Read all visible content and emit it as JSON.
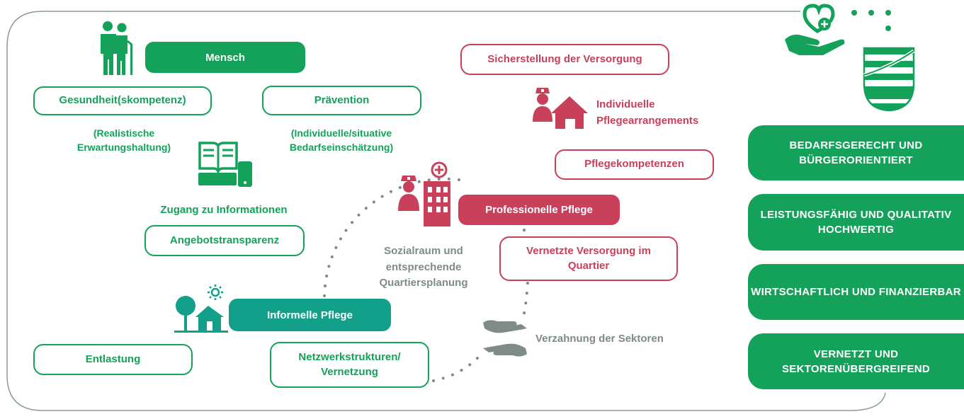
{
  "colors": {
    "green": "#14a159",
    "teal": "#13a08a",
    "red": "#c9405a",
    "gray": "#7d8c88"
  },
  "mensch": {
    "title": "Mensch",
    "health": "Gesundheit(skompetenz)",
    "health_note": "(Realistische Erwartungshaltung)",
    "prevention": "Prävention",
    "prevention_note": "(Individuelle/situative Bedarfseinschätzung)",
    "info_access": "Zugang zu Informationen",
    "transparency": "Angebotstransparenz"
  },
  "informal": {
    "title": "Informelle Pflege",
    "relief": "Entlastung",
    "network": "Netzwerkstrukturen/ Vernetzung"
  },
  "professional": {
    "title": "Professionelle Pflege",
    "supply": "Sicherstellung der Versorgung",
    "arrangements": "Individuelle Pflegearrangements",
    "competences": "Pflegekompetenzen",
    "networked_care": "Vernetzte Versorgung im Quartier"
  },
  "center": {
    "social_space": "Sozialraum und entsprechende Quartiersplanung",
    "sectors": "Verzahnung der Sektoren"
  },
  "principles": [
    "BEDARFSGERECHT UND BÜRGERORIENTIERT",
    "LEISTUNGSFÄHIG UND QUALITATIV HOCHWERTIG",
    "WIRTSCHAFTLICH UND FINANZIERBAR",
    "VERNETZT UND SEKTORENÜBERGREIFEND"
  ],
  "icons": [
    "elderly-couple-icon",
    "book-devices-icon",
    "tree-house-sun-icon",
    "nurse-house-icon",
    "nurse-hospital-icon",
    "handshake-icon",
    "heart-hand-icon",
    "coat-of-arms-icon"
  ]
}
